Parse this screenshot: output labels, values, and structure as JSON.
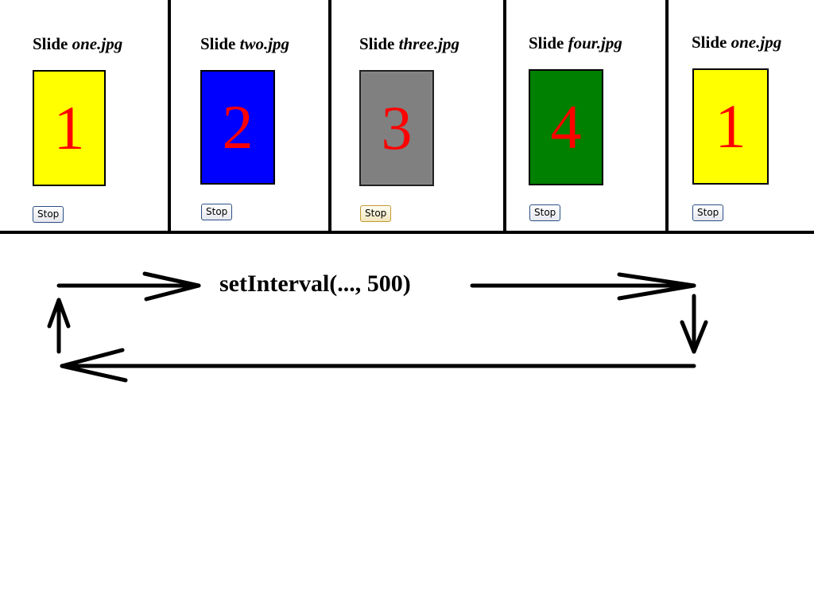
{
  "panels": [
    {
      "prefix": "Slide",
      "filename": "one.jpg",
      "number": "1",
      "color": "#ffff00",
      "button": "Stop"
    },
    {
      "prefix": "Slide",
      "filename": "two.jpg",
      "number": "2",
      "color": "#0000ff",
      "button": "Stop"
    },
    {
      "prefix": "Slide",
      "filename": "three.jpg",
      "number": "3",
      "color": "#808080",
      "button": "Stop"
    },
    {
      "prefix": "Slide",
      "filename": "four.jpg",
      "number": "4",
      "color": "#008000",
      "button": "Stop"
    },
    {
      "prefix": "Slide",
      "filename": "one.jpg",
      "number": "1",
      "color": "#ffff00",
      "button": "Stop"
    }
  ],
  "loop": {
    "label": "setInterval(..., 500)"
  },
  "colors": {
    "digit": "#ff0000",
    "lines": "#000000"
  }
}
